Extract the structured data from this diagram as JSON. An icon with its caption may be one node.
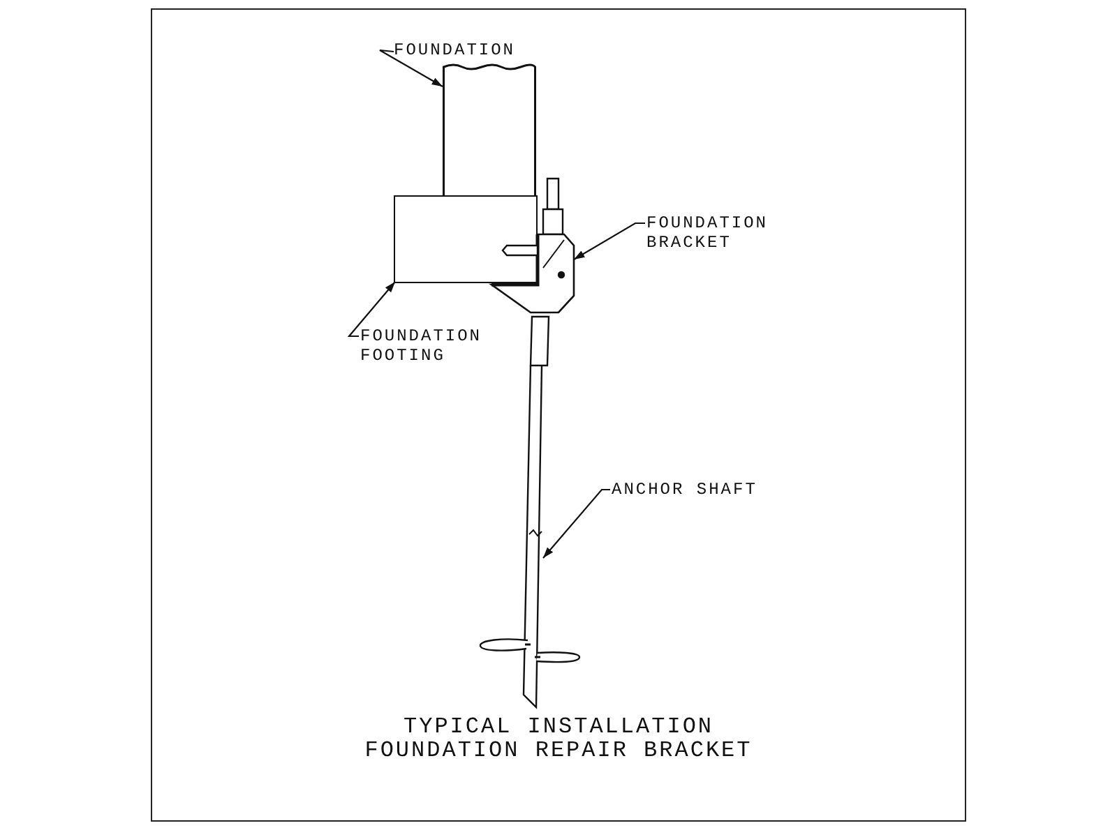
{
  "diagram": {
    "caption": "TYPICAL INSTALLATION FOUNDATION REPAIR BRACKET",
    "nodes": [
      {
        "text": [
          "FOUNDATION"
        ]
      },
      {
        "text": [],
        "shape": "box"
      },
      {
        "text": [],
        "shape": "box"
      },
      {
        "text": [],
        "shape": "picture"
      },
      {
        "text": [
          "FOUNDATION BRACKET"
        ]
      },
      {
        "text": [
          "FOUNDATION FOOTING"
        ]
      },
      {
        "text": [
          "ANCHOR SHAFT"
        ]
      },
      {
        "text": [],
        "shape": "picture"
      }
    ],
    "edges": [
      {
        "from": 0,
        "to": 1,
        "arrow": "to"
      },
      {
        "from": 4,
        "to": 3,
        "arrow": "to"
      },
      {
        "from": 5,
        "to": 2,
        "arrow": "to"
      },
      {
        "from": 6,
        "to": 7,
        "arrow": "to"
      }
    ]
  }
}
